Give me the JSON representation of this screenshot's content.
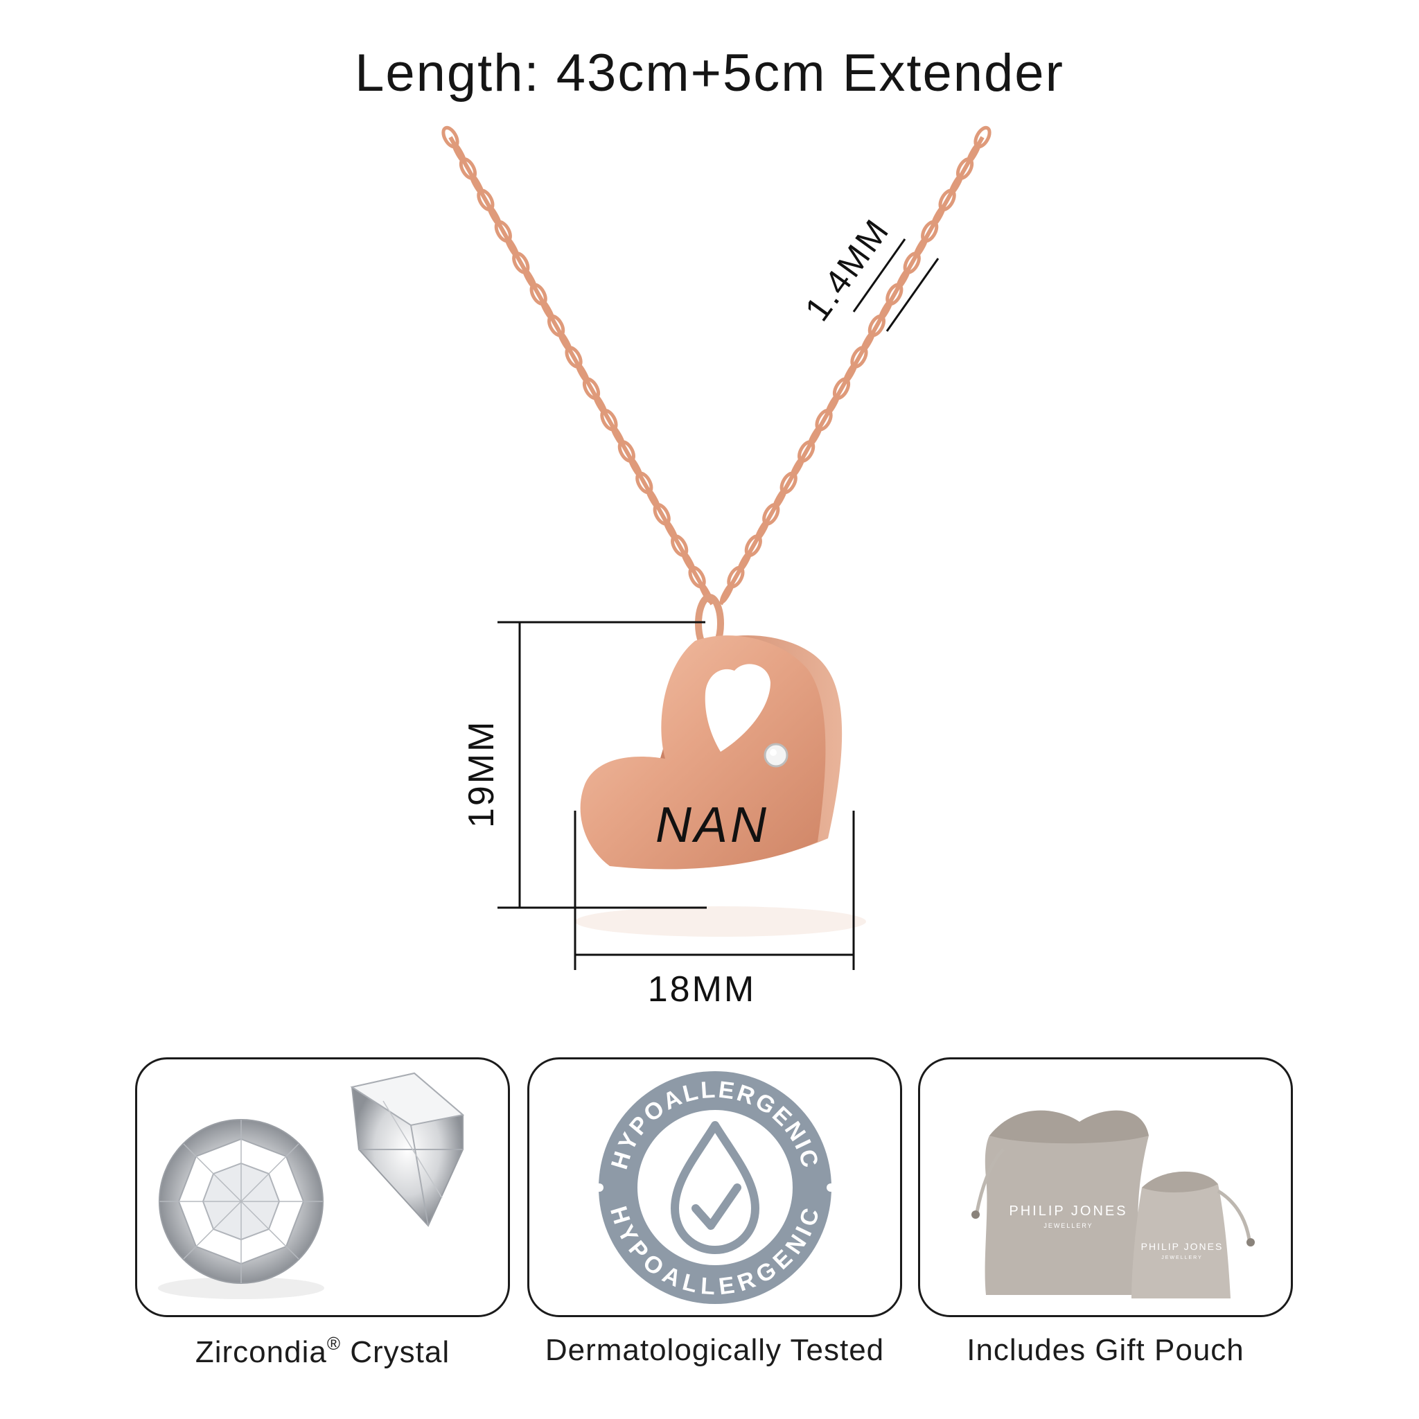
{
  "title": "Length: 43cm+5cm Extender",
  "pendant": {
    "engraving": "NAN",
    "dim_height": "19MM",
    "dim_width": "18MM",
    "dim_chain": "1.4MM",
    "metal_color": "#e6a587"
  },
  "badge": {
    "ring_text_top": "HYPOALLERGENIC",
    "ring_text_bottom": "HYPOALLERGENIC",
    "color": "#8e9aa7"
  },
  "pouch": {
    "brand_line1": "PHILIP JONES",
    "brand_line2": "JEWELLERY"
  },
  "features": [
    {
      "caption_main": "Zircondia",
      "caption_mark": "®",
      "caption_rest": " Crystal",
      "icon": "crystal-icon"
    },
    {
      "caption": "Dermatologically Tested",
      "icon": "hypoallergenic-badge-icon"
    },
    {
      "caption": "Includes Gift Pouch",
      "icon": "gift-pouch-icon"
    }
  ]
}
